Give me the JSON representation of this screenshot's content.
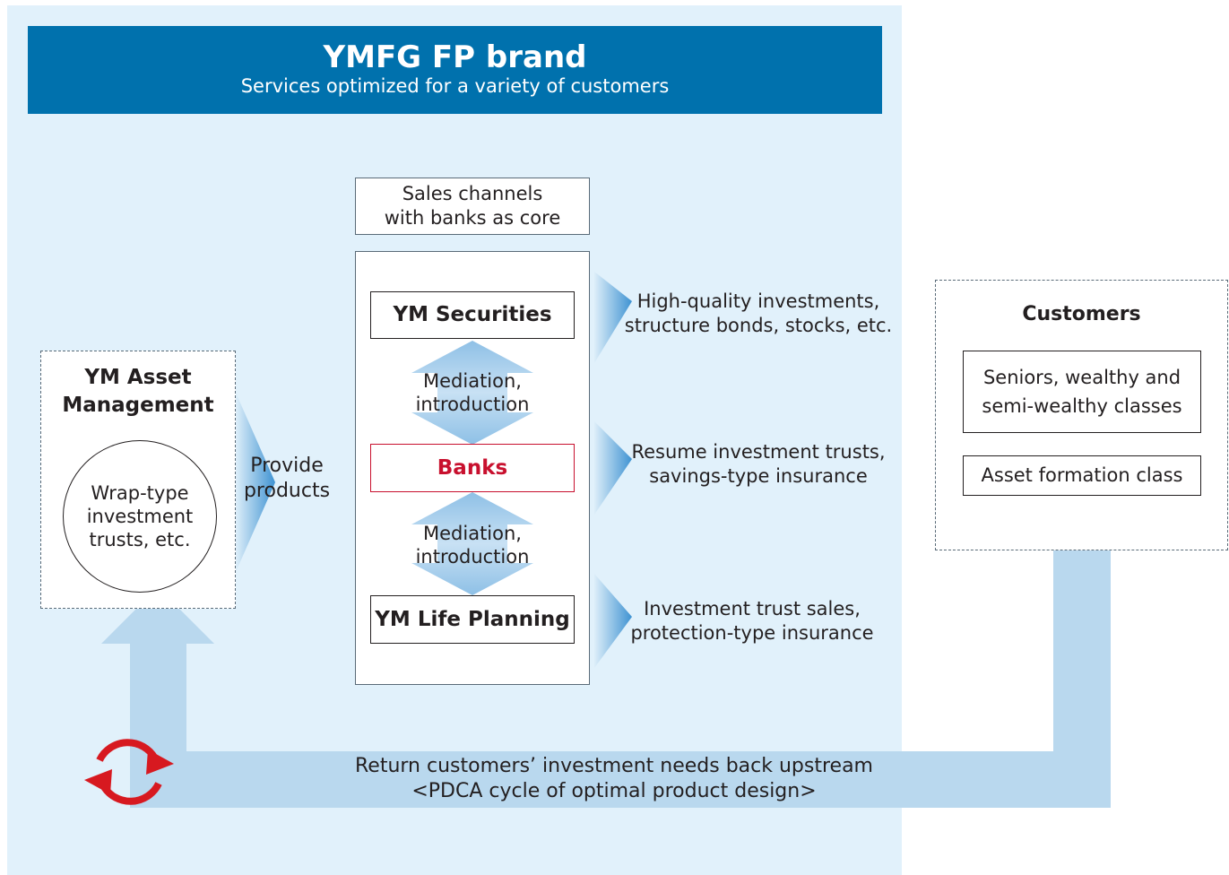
{
  "banner": {
    "title": "YMFG FP brand",
    "subtitle": "Services optimized for a variety of customers"
  },
  "sales_channels": {
    "label_line1": "Sales channels",
    "label_line2": "with banks as core",
    "securities": "YM Securities",
    "banks": "Banks",
    "life_planning": "YM Life Planning",
    "mediation_line1": "Mediation,",
    "mediation_line2": "introduction"
  },
  "asset_management": {
    "title_line1": "YM Asset",
    "title_line2": "Management",
    "circle_line1": "Wrap-type",
    "circle_line2": "investment",
    "circle_line3": "trusts, etc."
  },
  "provide": {
    "line1": "Provide",
    "line2": "products"
  },
  "offerings": {
    "securities_line1": "High-quality investments,",
    "securities_line2": "structure bonds, stocks, etc.",
    "banks_line1": "Resume investment trusts,",
    "banks_line2": "savings-type insurance",
    "life_line1": "Investment trust sales,",
    "life_line2": "protection-type insurance"
  },
  "customers": {
    "title": "Customers",
    "seniors_line1": "Seniors, wealthy and",
    "seniors_line2": "semi-wealthy classes",
    "asset_formation": "Asset formation class"
  },
  "feedback": {
    "line1": "Return customers’ investment needs back upstream",
    "line2": "<PDCA cycle of optimal product design>"
  },
  "colors": {
    "banner": "#0071ad",
    "panel": "#e1f1fb",
    "banks_accent": "#c8102e",
    "flow_arrow": "#b9d8ee",
    "cycle_icon": "#d71920"
  }
}
